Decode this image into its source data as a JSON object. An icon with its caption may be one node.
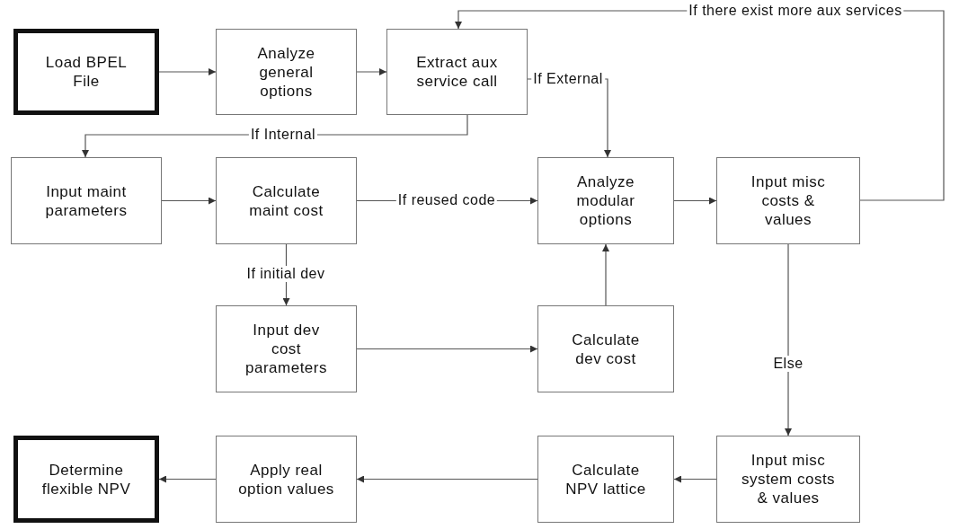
{
  "diagram": {
    "nodes": [
      {
        "text": [
          "Load BPEL File"
        ]
      },
      {
        "text": [
          "Analyze general options"
        ]
      },
      {
        "text": [
          "Extract aux service call"
        ]
      },
      {
        "text": [
          "Input maint parameters"
        ]
      },
      {
        "text": [
          "Calculate maint cost"
        ]
      },
      {
        "text": [
          "Analyze modular options"
        ]
      },
      {
        "text": [
          "Input misc costs & values"
        ]
      },
      {
        "text": [
          "Input dev cost parameters"
        ]
      },
      {
        "text": [
          "Calculate dev cost"
        ]
      },
      {
        "text": [
          "Determine flexible NPV"
        ]
      },
      {
        "text": [
          "Apply real option values"
        ]
      },
      {
        "text": [
          "Calculate NPV lattice"
        ]
      },
      {
        "text": [
          "Input misc system costs & values"
        ]
      }
    ],
    "edges": [
      {
        "from": 0,
        "to": 1,
        "arrow": "to"
      },
      {
        "from": 1,
        "to": 2,
        "arrow": "to"
      },
      {
        "from": 2,
        "to": 3,
        "arrow": "to",
        "label": "If Internal"
      },
      {
        "from": 2,
        "to": 5,
        "arrow": "to",
        "label": "If External"
      },
      {
        "from": 3,
        "to": 4,
        "arrow": "to"
      },
      {
        "from": 4,
        "to": 5,
        "arrow": "to",
        "label": "If reused code"
      },
      {
        "from": 4,
        "to": 7,
        "arrow": "to",
        "label": "If initial dev"
      },
      {
        "from": 7,
        "to": 8,
        "arrow": "to"
      },
      {
        "from": 8,
        "to": 5,
        "arrow": "to"
      },
      {
        "from": 5,
        "to": 6,
        "arrow": "to"
      },
      {
        "from": 6,
        "to": 2,
        "arrow": "to",
        "label": "If there exist more aux services"
      },
      {
        "from": 6,
        "to": 12,
        "arrow": "to",
        "label": "Else"
      },
      {
        "from": 12,
        "to": 11,
        "arrow": "to"
      },
      {
        "from": 11,
        "to": 10,
        "arrow": "to"
      },
      {
        "from": 10,
        "to": 9,
        "arrow": "to"
      }
    ]
  }
}
